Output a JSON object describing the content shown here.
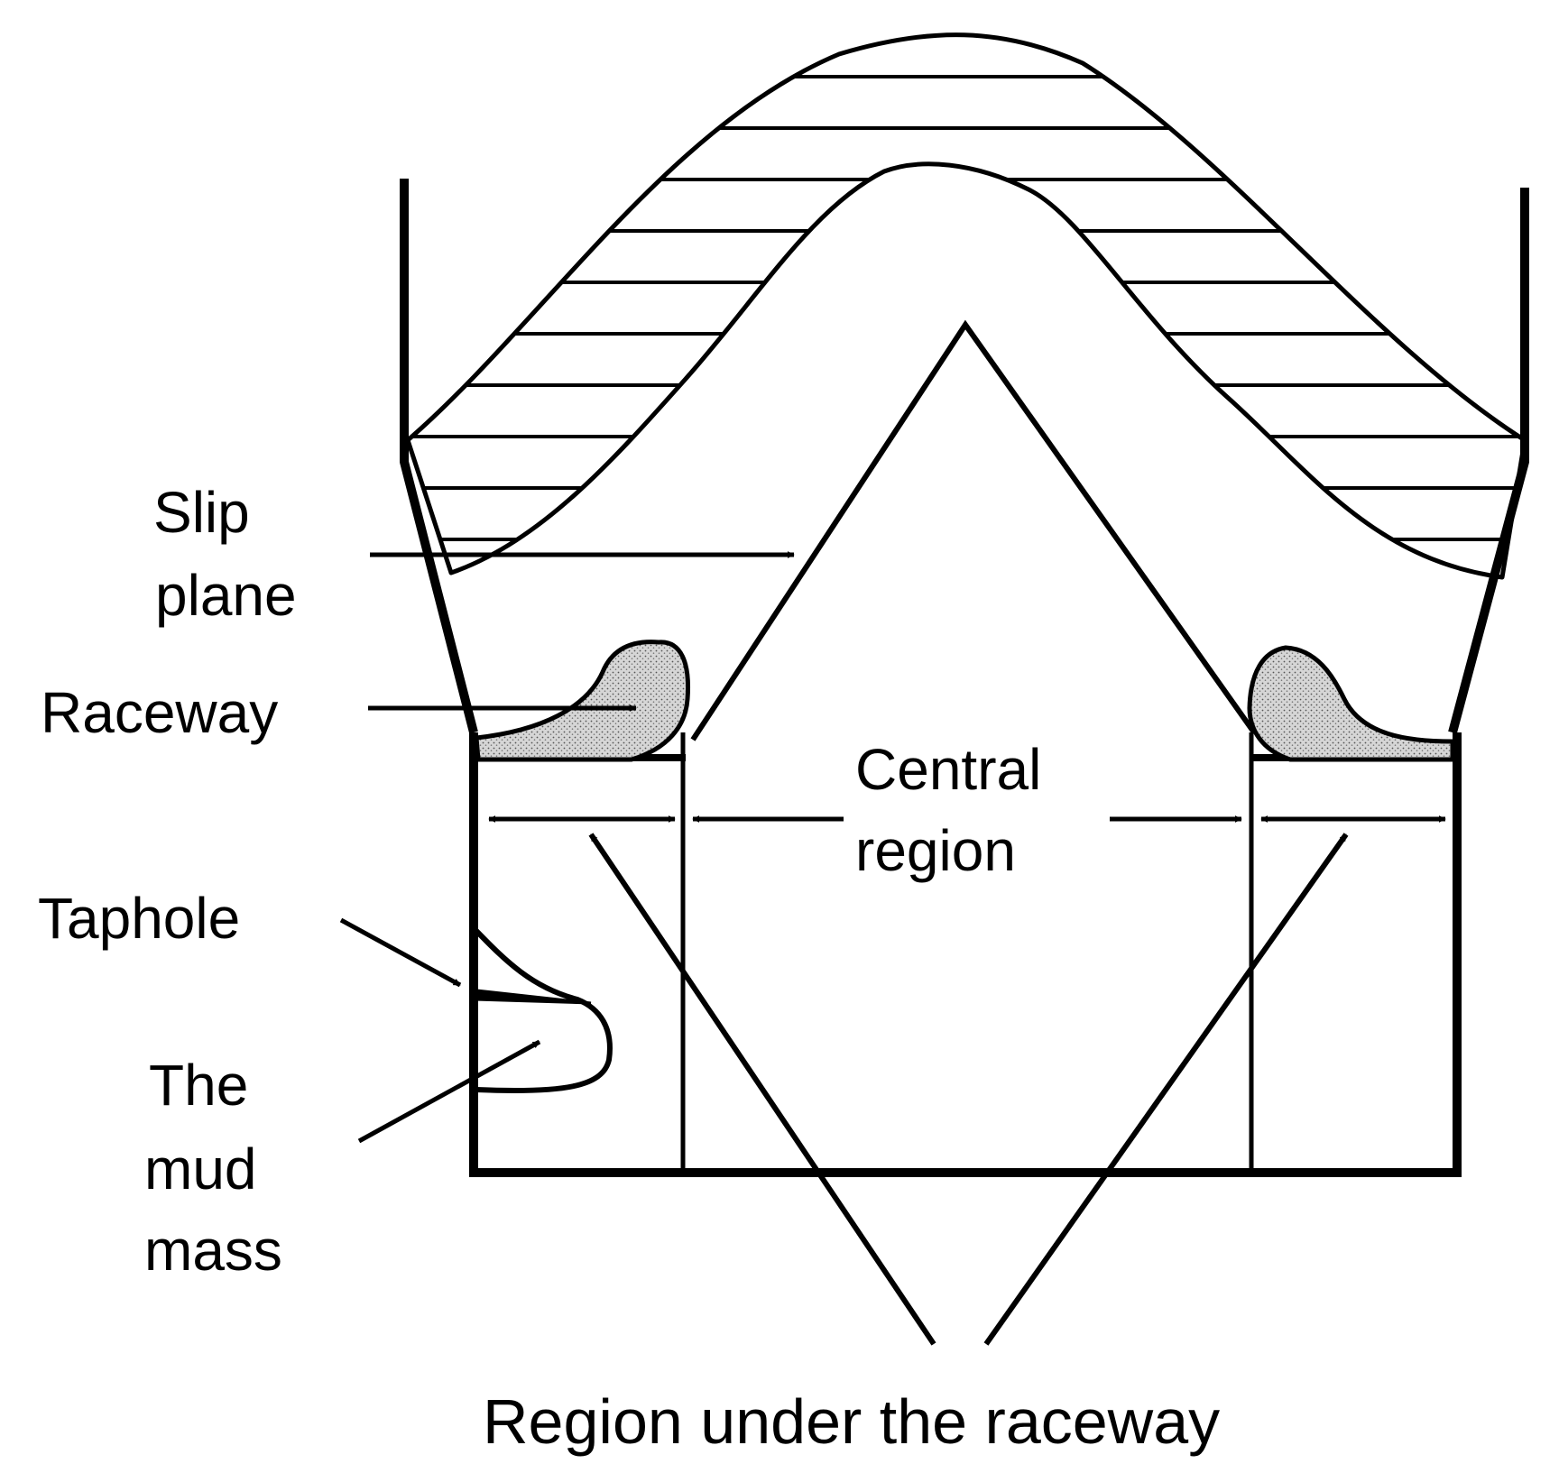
{
  "labels": {
    "slip_plane_line1": "Slip",
    "slip_plane_line2": "plane",
    "raceway": "Raceway",
    "central_line1": "Central",
    "central_line2": "region",
    "taphole": "Taphole",
    "mud_line1": "The",
    "mud_line2": "mud",
    "mud_line3": "mass",
    "region_under": "Region under the raceway"
  },
  "colors": {
    "ink": "#000000",
    "background": "#ffffff",
    "raceway_fill": "#d6d6d6"
  }
}
